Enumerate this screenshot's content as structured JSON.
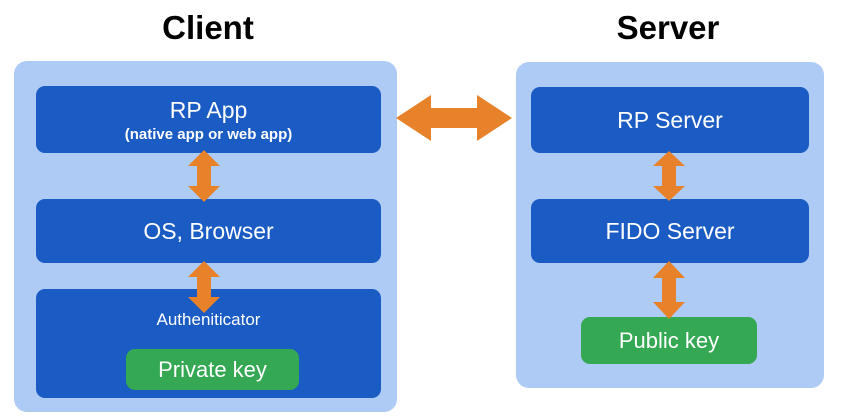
{
  "diagram": {
    "title_client": "Client",
    "title_server": "Server",
    "colors": {
      "panel_background": "#aecbf6",
      "node_background": "#1a5bc4",
      "key_background": "#34a853",
      "arrow": "#e8822a",
      "node_text": "#ffffff",
      "title_text": "#000000",
      "page_background": "#ffffff"
    }
  },
  "client": {
    "panel_label": "Client",
    "nodes": {
      "rp_app": {
        "title": "RP App",
        "subtitle": "(native app or web app)"
      },
      "os_browser": {
        "title": "OS, Browser"
      },
      "authenticator": {
        "title": "Autheniticator",
        "key": "Private key"
      }
    }
  },
  "server": {
    "panel_label": "Server",
    "nodes": {
      "rp_server": {
        "title": "RP Server"
      },
      "fido_server": {
        "title": "FIDO Server"
      },
      "public_key": {
        "title": "Public key"
      }
    }
  },
  "connectors": [
    {
      "name": "rp-app-to-os-browser",
      "from": "RP App",
      "to": "OS, Browser",
      "direction": "bidirectional",
      "orientation": "vertical"
    },
    {
      "name": "os-browser-to-authenticator",
      "from": "OS, Browser",
      "to": "Autheniticator",
      "direction": "bidirectional",
      "orientation": "vertical"
    },
    {
      "name": "client-to-server",
      "from": "RP App",
      "to": "RP Server",
      "direction": "bidirectional",
      "orientation": "horizontal"
    },
    {
      "name": "rp-server-to-fido-server",
      "from": "RP Server",
      "to": "FIDO Server",
      "direction": "bidirectional",
      "orientation": "vertical"
    },
    {
      "name": "fido-server-to-public-key",
      "from": "FIDO Server",
      "to": "Public key",
      "direction": "bidirectional",
      "orientation": "vertical"
    }
  ]
}
